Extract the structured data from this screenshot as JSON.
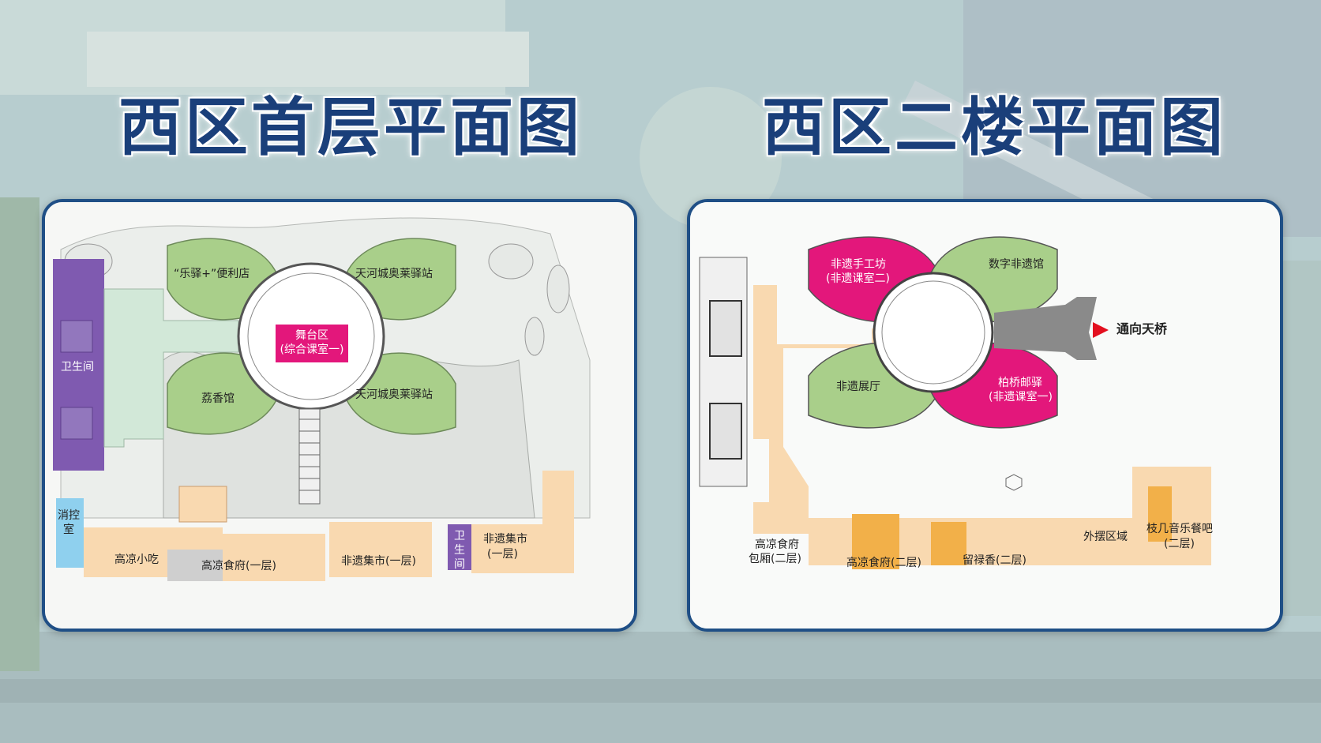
{
  "titles": {
    "ground_floor": "西区首层平面图",
    "second_floor": "西区二楼平面图"
  },
  "ground_floor": {
    "convenience_store": "“乐驿+”便利店",
    "tianhe_post_top": "天河城奥莱驿站",
    "stage_line1": "舞台区",
    "stage_line2": "(综合课室一)",
    "lixiang": "荔香馆",
    "tianhe_post_bottom": "天河城奥莱驿站",
    "restroom_left": "卫生间",
    "fire_control": "消控室",
    "gaoliang_snack": "高凉小吃",
    "gaoliang_restaurant_1f": "高凉食府(一层)",
    "heritage_market_1f": "非遗集市(一层)",
    "restroom_small": "卫生间",
    "heritage_market_line1": "非遗集市",
    "heritage_market_line2": "(一层)"
  },
  "second_floor": {
    "workshop_line1": "非遗手工坊",
    "workshop_line2": "(非遗课室二)",
    "digital_heritage": "数字非遗馆",
    "to_skybridge": "通向天桥",
    "exhibition_hall": "非遗展厅",
    "post_line1": "柏桥邮驿",
    "post_line2": "(非遗课室一)",
    "gaoliang_box_line1": "高凉食府",
    "gaoliang_box_line2": "包厢(二层)",
    "gaoliang_restaurant_2f": "高凉食府(二层)",
    "liulu_2f": "留禄香(二层)",
    "outdoor_area": "外摆区域",
    "music_bar_line1": "枝几音乐餐吧",
    "music_bar_line2": "(二层)"
  },
  "colors": {
    "title": "#1a3f7a",
    "panel_border": "#1f4f86",
    "green_zone": "#a9cf8a",
    "magenta_zone": "#e3177b",
    "purple_restroom": "#7f5ab0",
    "light_blue_fire": "#8fd0ee",
    "peach_corridor": "#f9d9b0",
    "orange_room": "#f2b049",
    "red_arrow": "#e30f1f"
  }
}
